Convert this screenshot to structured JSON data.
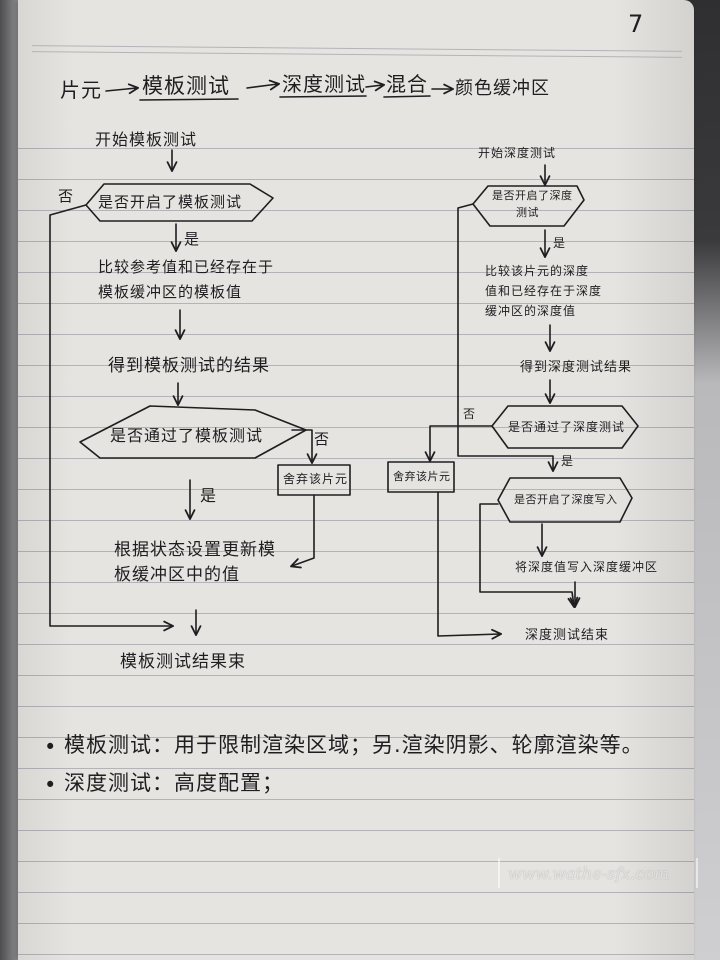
{
  "page": {
    "number": "7",
    "colors": {
      "ink": "#1e1e20",
      "paper": "#e6e4e1",
      "rule": "#b3b4b8",
      "backdrop": "#3b3b3d"
    }
  },
  "pipeline": {
    "steps": [
      "片元",
      "模板测试",
      "深度测试",
      "混合",
      "颜色缓冲区"
    ]
  },
  "stencil_flow": {
    "start": "开始模板测试",
    "decision_enabled": "是否开启了模板测试",
    "no_1": "否",
    "yes_1": "是",
    "compare": [
      "比较参考值和已经存在于",
      "模板缓冲区的模板值"
    ],
    "result": "得到模板测试的结果",
    "decision_pass": "是否通过了模板测试",
    "no_2": "否",
    "discard": "舍弃该片元",
    "yes_2": "是",
    "update": [
      "根据状态设置更新模",
      "板缓冲区中的值"
    ],
    "end": "模板测试结果束"
  },
  "depth_flow": {
    "start": "开始深度测试",
    "decision_enabled": [
      "是否开启了深度",
      "测试"
    ],
    "yes_1": "是",
    "compare": [
      "比较该片元的深度",
      "值和已经存在于深度",
      "缓冲区的深度值"
    ],
    "result": "得到深度测试结果",
    "no_1": "否",
    "decision_pass": "是否通过了深度测试",
    "discard": "舍弃该片元",
    "yes_2": "是",
    "decision_write": "是否开启了深度写入",
    "write": "将深度值写入深度缓冲区",
    "end": "深度测试结束"
  },
  "notes": [
    {
      "bullet": "•",
      "text": "模板测试：用于限制渲染区域；另.渲染阴影、轮廓渲染等。"
    },
    {
      "bullet": "•",
      "text": "深度测试：高度配置；"
    }
  ],
  "watermark": "www.wathe-sfx.com"
}
